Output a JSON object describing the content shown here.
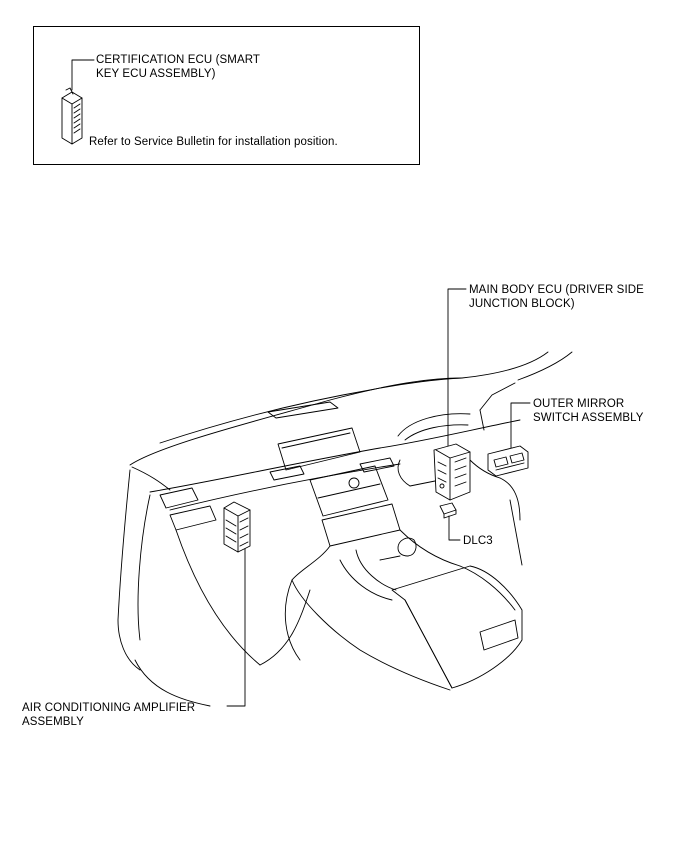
{
  "inset": {
    "cert_ecu_line1": "CERTIFICATION ECU (SMART",
    "cert_ecu_line2": "KEY ECU ASSEMBLY)",
    "note": "Refer to Service Bulletin for installation position."
  },
  "labels": {
    "main_body_ecu_line1": "MAIN BODY ECU (DRIVER SIDE",
    "main_body_ecu_line2": "JUNCTION BLOCK)",
    "outer_mirror_line1": "OUTER MIRROR",
    "outer_mirror_line2": "SWITCH ASSEMBLY",
    "dlc3": "DLC3",
    "ac_amp_line1": "AIR CONDITIONING AMPLIFIER",
    "ac_amp_line2": "ASSEMBLY"
  },
  "icons": {
    "smart_key_ecu": "ecu-module-icon",
    "main_body_ecu": "junction-block-icon",
    "outer_mirror_switch": "mirror-switch-icon",
    "dlc3": "diagnostic-connector-icon",
    "ac_amplifier": "amplifier-module-icon"
  },
  "colors": {
    "line": "#000000",
    "background": "#ffffff"
  }
}
